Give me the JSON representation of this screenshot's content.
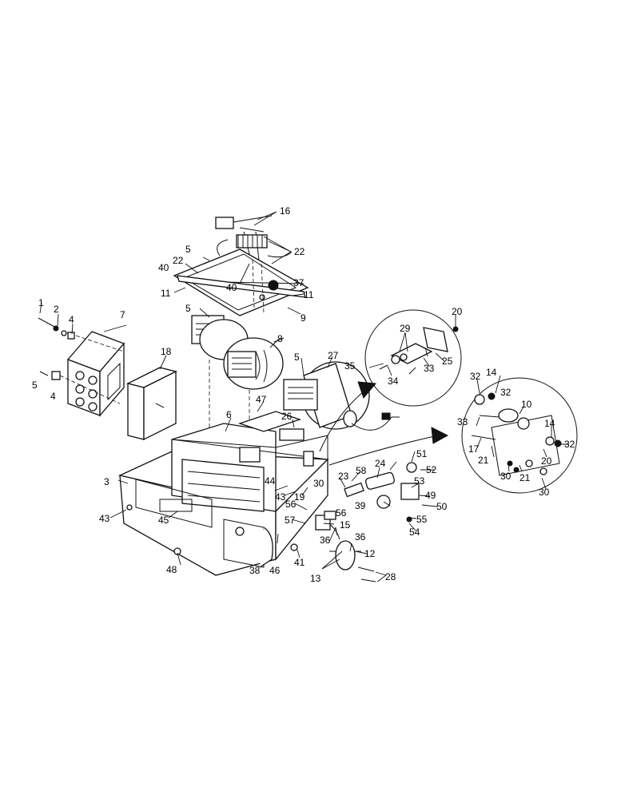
{
  "callouts": {
    "c1": "1",
    "c2": "2",
    "c3": "3",
    "c4a": "4",
    "c4b": "4",
    "c5a": "5",
    "c5b": "5",
    "c5c": "5",
    "c5d": "5",
    "c5e": "5",
    "c6": "6",
    "c7": "7",
    "c8": "8",
    "c9": "9",
    "c10": "10",
    "c11a": "11",
    "c11b": "11",
    "c12": "12",
    "c13": "13",
    "c14a": "14",
    "c14b": "14",
    "c15": "15",
    "c16": "16",
    "c17": "17",
    "c18": "18",
    "c19": "19",
    "c20a": "20",
    "c20b": "20",
    "c21a": "21",
    "c21b": "21",
    "c22a": "22",
    "c22b": "22",
    "c23": "23",
    "c24": "24",
    "c25": "25",
    "c26": "26",
    "c27": "27",
    "c28": "28",
    "c29": "29",
    "c30a": "30",
    "c30b": "30",
    "c30c": "30",
    "c32a": "32",
    "c32b": "32",
    "c32c": "32",
    "c33a": "33",
    "c33b": "33",
    "c34": "34",
    "c35": "35",
    "c36a": "36",
    "c36b": "36",
    "c37": "37",
    "c38": "38",
    "c39": "39",
    "c40a": "40",
    "c40b": "40",
    "c41": "41",
    "c43a": "43",
    "c43b": "43",
    "c44": "44",
    "c45": "45",
    "c46": "46",
    "c47": "47",
    "c48": "48",
    "c49": "49",
    "c50": "50",
    "c51": "51",
    "c52": "52",
    "c53": "53",
    "c54": "54",
    "c55": "55",
    "c56a": "56",
    "c56b": "56",
    "c57": "57",
    "c58": "58"
  }
}
